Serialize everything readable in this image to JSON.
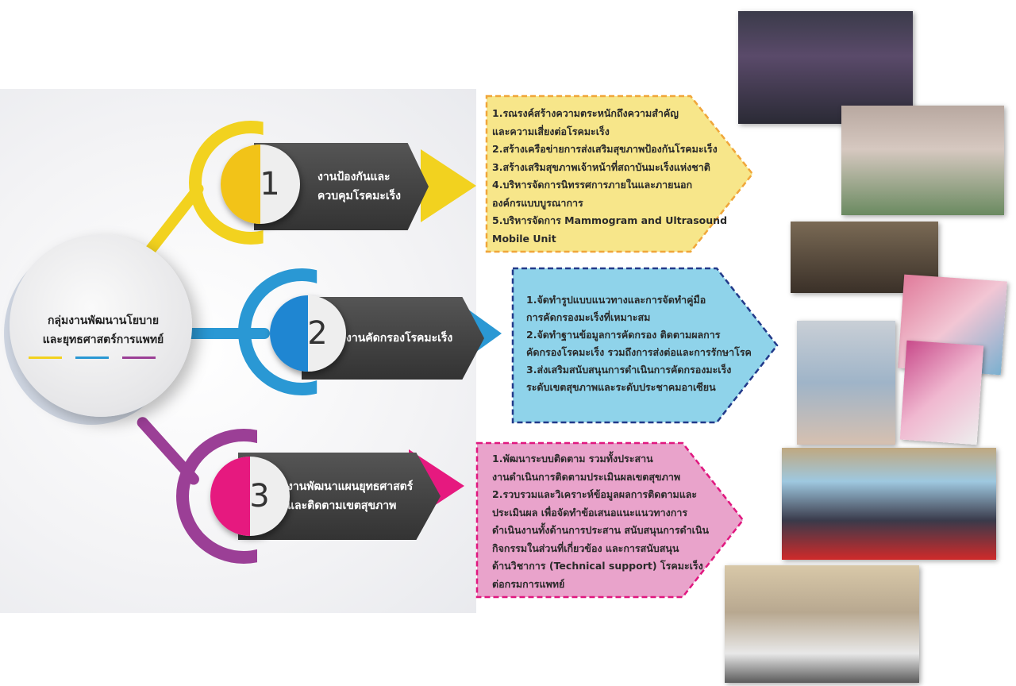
{
  "hub": {
    "line1": "กลุ่มงานพัฒนานโยบาย",
    "line2": "และยุทธศาสตร์การแพทย์"
  },
  "colors": {
    "yellow": "#f2d21f",
    "blue": "#2a98d4",
    "purple": "#9b3f96",
    "magenta": "#e6197f",
    "dark": "#3d3d3d",
    "yellow_box": "#f7e68a",
    "blue_box": "#8fd3ea",
    "pink_box": "#e9a3cb"
  },
  "branches": [
    {
      "number": "1",
      "title1": "งานป้องกันและ",
      "title2": "ควบคุมโรคมะเร็ง",
      "items": [
        "1.รณรงค์สร้างความตระหนักถึงความสำคัญ",
        "และความเสี่ยงต่อโรคมะเร็ง",
        "2.สร้างเครือข่ายการส่งเสริมสุขภาพป้องกันโรคมะเร็ง",
        "3.สร้างเสริมสุขภาพเจ้าหน้าที่สถาบันมะเร็งแห่งชาติ",
        "4.บริหารจัดการนิทรรศการภายในและภายนอก",
        "องค์กรแบบบูรณาการ",
        "5.บริหารจัดการ Mammogram and Ultrasound",
        "Mobile Unit"
      ]
    },
    {
      "number": "2",
      "title1": "งานคัดกรองโรคมะเร็ง",
      "title2": "",
      "items": [
        "1.จัดทำรูปแบบแนวทางและการจัดทำคู่มือ",
        "การคัดกรองมะเร็งที่เหมาะสม",
        "2.จัดทำฐานข้อมูลการคัดกรอง ติดตามผลการ",
        "คัดกรองโรคมะเร็ง รวมถึงการส่งต่อและการรักษาโรค",
        "3.ส่งเสริมสนับสนุนการดำเนินการคัดกรองมะเร็ง",
        "ระดับเขตสุขภาพและระดับประชาคมอาเซียน"
      ]
    },
    {
      "number": "3",
      "title1": "งานพัฒนาแผนยุทธศาสตร์",
      "title2": "และติดตามเขตสุขภาพ",
      "items": [
        "1.พัฒนาระบบติดตาม  รวมทั้งประสาน",
        "งานดำเนินการติดตามประเมินผลเขตสุขภาพ",
        "2.รวบรวมและวิเคราะห์ข้อมูลผลการติดตามและ",
        "ประเมินผล เพื่อจัดทำข้อเสนอแนะแนวทางการ",
        "ดำเนินงานทั้งด้านการประสาน สนับสนุนการดำเนิน",
        "กิจกรรมในส่วนที่เกี่ยวข้อง และการสนับสนุน",
        "ด้านวิชาการ (Technical support) โรคมะเร็ง",
        "ต่อกรมการแพทย์"
      ]
    }
  ]
}
